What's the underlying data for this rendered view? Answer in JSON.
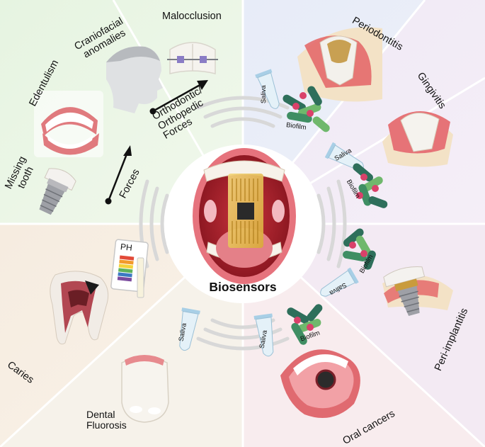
{
  "center": {
    "title": "Biosensors"
  },
  "segments": {
    "edentulism": "Edentulism",
    "missing_tooth": "Missing\ntooth",
    "craniofacial": "Craniofacial\nanomalies",
    "malocclusion": "Malocclusion",
    "forces": "Forces",
    "orthodontic": "Orthodontic/\nOrthopedic\nForces",
    "periodontitis": "Periodontitis",
    "gingivitis": "Gingivitis",
    "peri_implantitis": "Peri-implantitis",
    "oral_cancers": "Oral cancers",
    "dental_fluorosis": "Dental\nFluorosis",
    "caries": "Caries"
  },
  "tags": {
    "saliva": "Saliva",
    "biofilm": "Biofilm",
    "ph": "PH"
  },
  "colors": {
    "green_bg": "#eaf6e6",
    "blue_bg": "#eaeef8",
    "lilac_bg": "#f3eaf5",
    "peach_bg": "#f8efe3",
    "cream_bg": "#f7f3ea",
    "pink_bg": "#f8ecee"
  }
}
